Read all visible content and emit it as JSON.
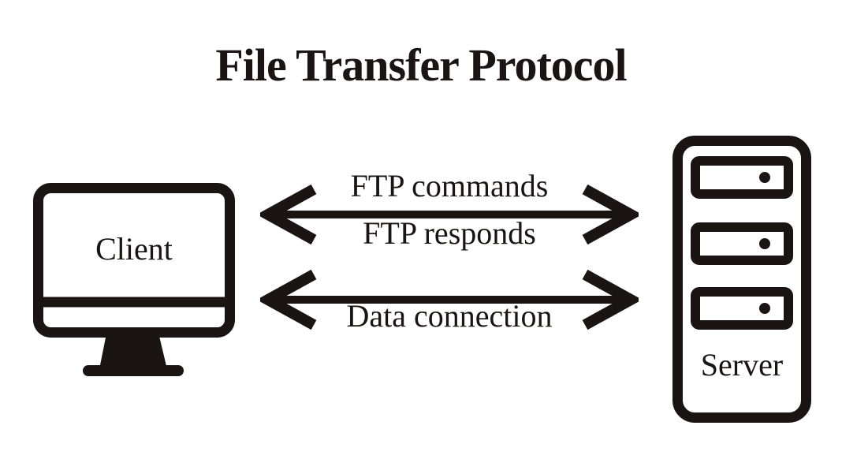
{
  "title": "File Transfer Protocol",
  "colors": {
    "ink": "#1a1512",
    "background": "#ffffff"
  },
  "nodes": {
    "client": {
      "label": "Client",
      "icon": "desktop-monitor-icon"
    },
    "server": {
      "label": "Server",
      "icon": "server-tower-icon",
      "drive_bays": 3
    }
  },
  "connections": {
    "control": {
      "arrow": "double-headed-arrow-icon",
      "label_above": "FTP commands",
      "label_below": "FTP responds"
    },
    "data": {
      "arrow": "double-headed-arrow-icon",
      "label_below": "Data connection"
    }
  }
}
